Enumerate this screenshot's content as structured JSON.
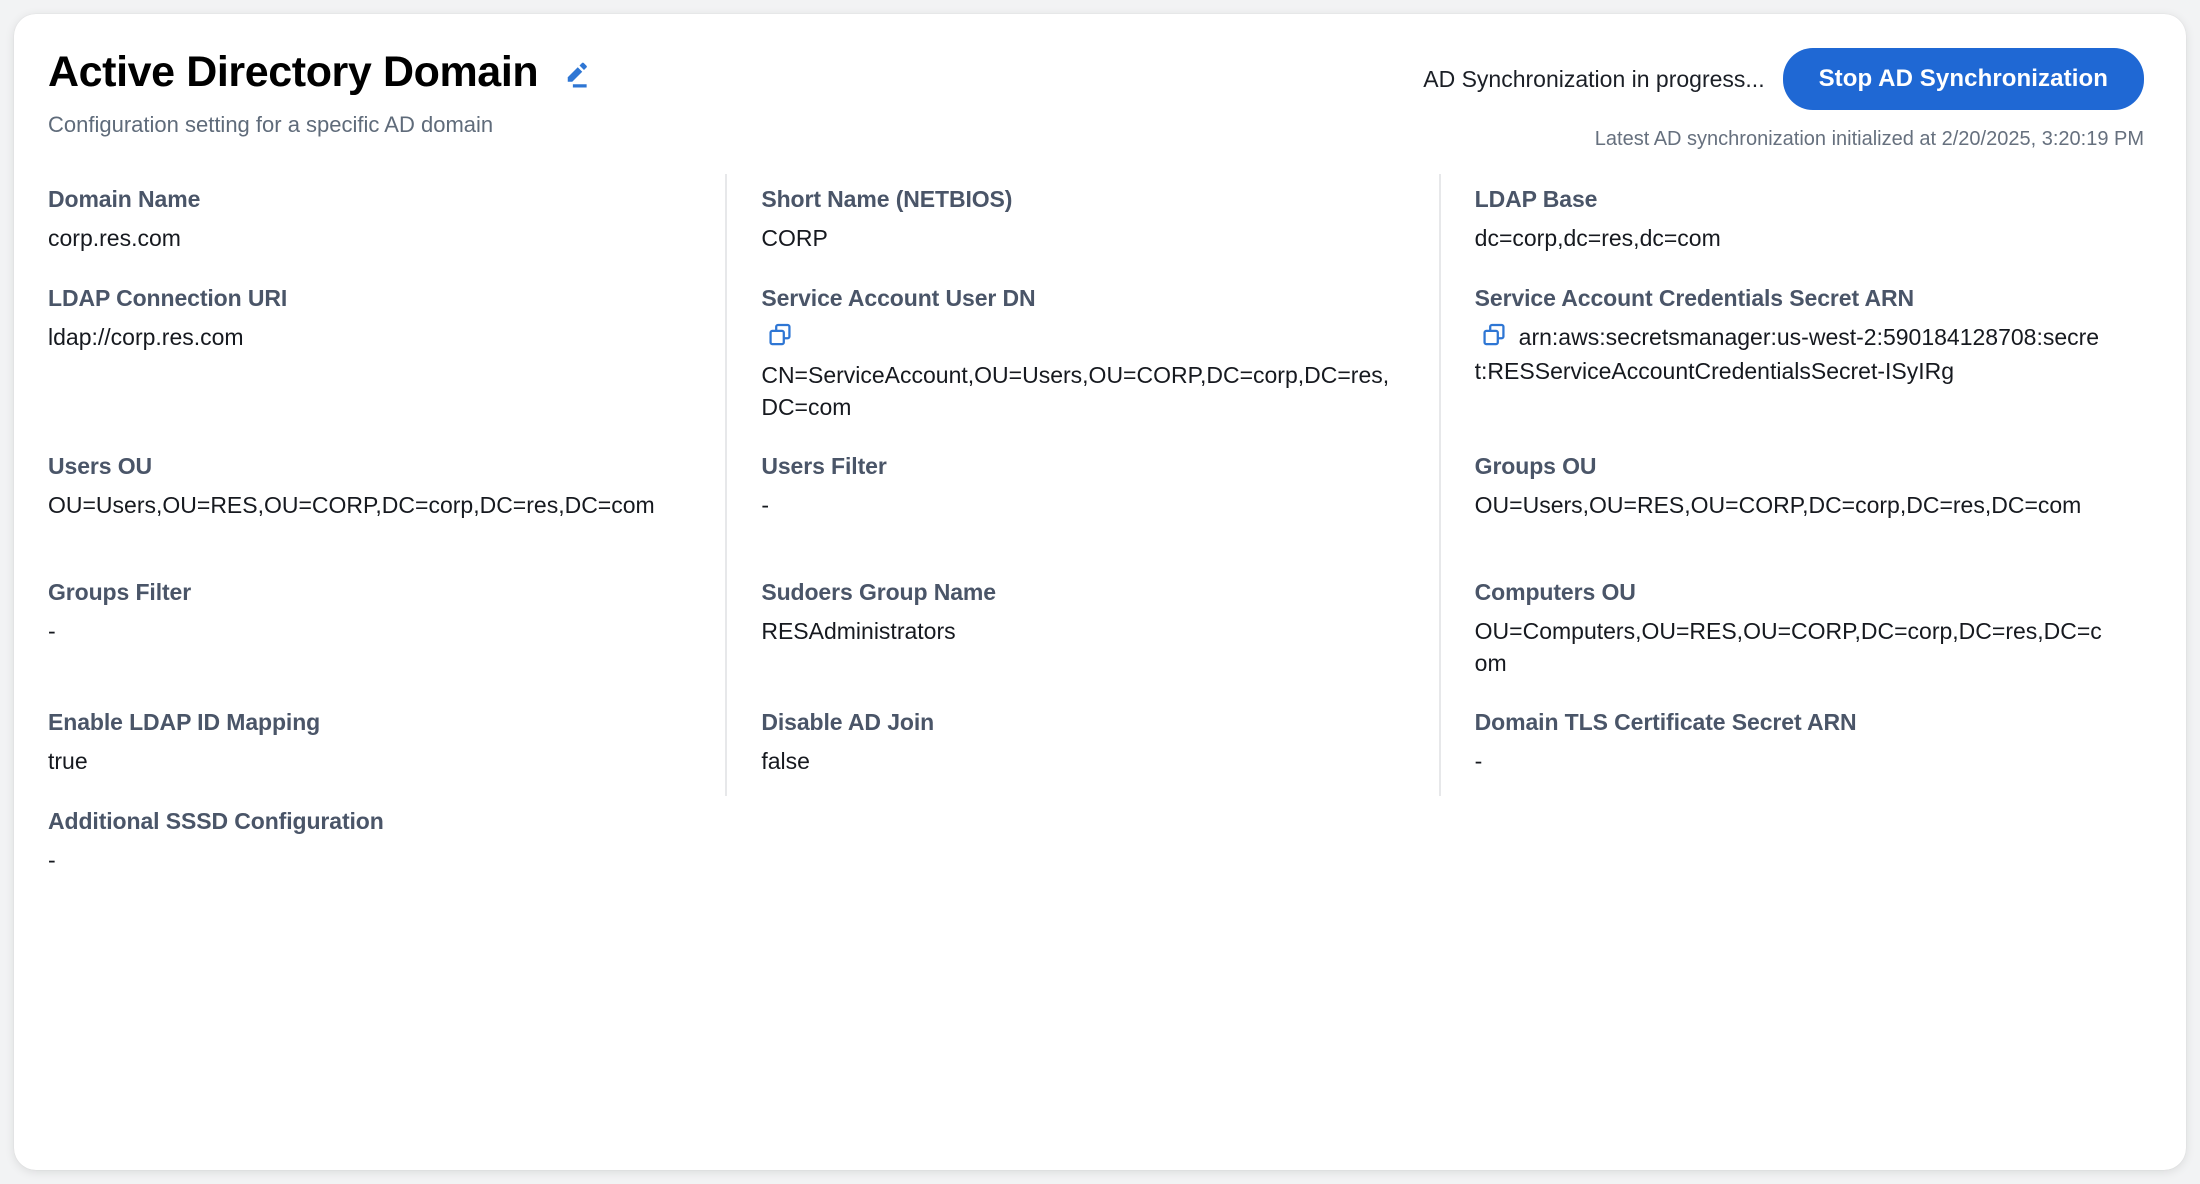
{
  "header": {
    "title": "Active Directory Domain",
    "edit_icon": "pencil-edit-icon",
    "subtitle": "Configuration setting for a specific AD domain",
    "sync_status": "AD Synchronization in progress...",
    "stop_button": "Stop AD Synchronization",
    "sync_meta": "Latest AD synchronization initialized at 2/20/2025, 3:20:19 PM"
  },
  "colors": {
    "accent": "#1f68d4",
    "label": "#4a5568",
    "value": "#16191f",
    "muted": "#66707e",
    "divider": "#e7e8ea",
    "card_bg": "#ffffff",
    "page_bg": "#f2f3f4"
  },
  "fields": [
    [
      {
        "label": "Domain Name",
        "value": "corp.res.com",
        "copy": false
      },
      {
        "label": "Short Name (NETBIOS)",
        "value": "CORP",
        "copy": false
      },
      {
        "label": "LDAP Base",
        "value": "dc=corp,dc=res,dc=com",
        "copy": false
      }
    ],
    [
      {
        "label": "LDAP Connection URI",
        "value": "ldap://corp.res.com",
        "copy": false
      },
      {
        "label": "Service Account User DN",
        "value": "CN=ServiceAccount,OU=Users,OU=CORP,DC=corp,DC=res,DC=com",
        "copy": true,
        "copy_layout": "block"
      },
      {
        "label": "Service Account Credentials Secret ARN",
        "value": "arn:aws:secretsmanager:us-west-2:590184128708:secret:RESServiceAccountCredentialsSecret-ISyIRg",
        "copy": true,
        "copy_layout": "inline"
      }
    ],
    [
      {
        "label": "Users OU",
        "value": "OU=Users,OU=RES,OU=CORP,DC=corp,DC=res,DC=com",
        "copy": false
      },
      {
        "label": "Users Filter",
        "value": "-",
        "copy": false
      },
      {
        "label": "Groups OU",
        "value": "OU=Users,OU=RES,OU=CORP,DC=corp,DC=res,DC=com",
        "copy": false
      }
    ],
    [
      {
        "label": "Groups Filter",
        "value": "-",
        "copy": false
      },
      {
        "label": "Sudoers Group Name",
        "value": "RESAdministrators",
        "copy": false
      },
      {
        "label": "Computers OU",
        "value": "OU=Computers,OU=RES,OU=CORP,DC=corp,DC=res,DC=com",
        "copy": false
      }
    ],
    [
      {
        "label": "Enable LDAP ID Mapping",
        "value": "true",
        "copy": false
      },
      {
        "label": "Disable AD Join",
        "value": "false",
        "copy": false
      },
      {
        "label": "Domain TLS Certificate Secret ARN",
        "value": "-",
        "copy": false
      }
    ],
    [
      {
        "label": "Additional SSSD Configuration",
        "value": "-",
        "copy": false
      },
      null,
      null
    ]
  ]
}
